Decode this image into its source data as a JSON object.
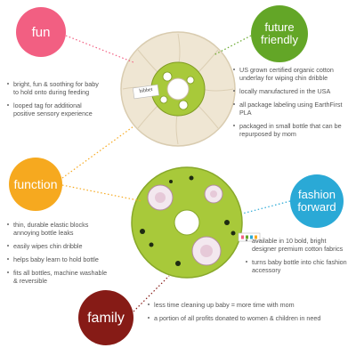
{
  "sections": {
    "fun": {
      "title": "fun",
      "bullets": [
        "bright, fun & soothing for baby to hold onto during feeding",
        "looped tag for additional positive sensory experience"
      ]
    },
    "future": {
      "title_line1": "future",
      "title_line2": "friendly",
      "bullets": [
        "US grown certified organic cotton underlay for wiping chin dribble",
        "locally manufactured in the USA",
        "all package labeling using EarthFirst PLA",
        "packaged in small bottle that can be repurposed by mom"
      ]
    },
    "function": {
      "title": "function",
      "bullets": [
        "thin, durable elastic blocks annoying bottle leaks",
        "easily wipes chin dribble",
        "helps baby learn to hold bottle",
        "fits all bottles, machine washable & reversible"
      ]
    },
    "fashion": {
      "title_line1": "fashion",
      "title_line2": "forward",
      "bullets": [
        "available in 10 bold, bright designer premium cotton fabrics",
        "turns baby bottle into chic fashion accessory"
      ]
    },
    "family": {
      "title": "family",
      "bullets": [
        "less time cleaning up baby = more time with mom",
        "a portion of all profits donated to women & children in need"
      ]
    }
  },
  "product_tag": "bibbet",
  "colors": {
    "fun": "#f25f82",
    "future": "#63a627",
    "function": "#f6a91f",
    "fashion": "#2aa9d6",
    "family": "#861b16",
    "cream_fabric": "#efe6d3",
    "green_fabric": "#a8c93a"
  }
}
